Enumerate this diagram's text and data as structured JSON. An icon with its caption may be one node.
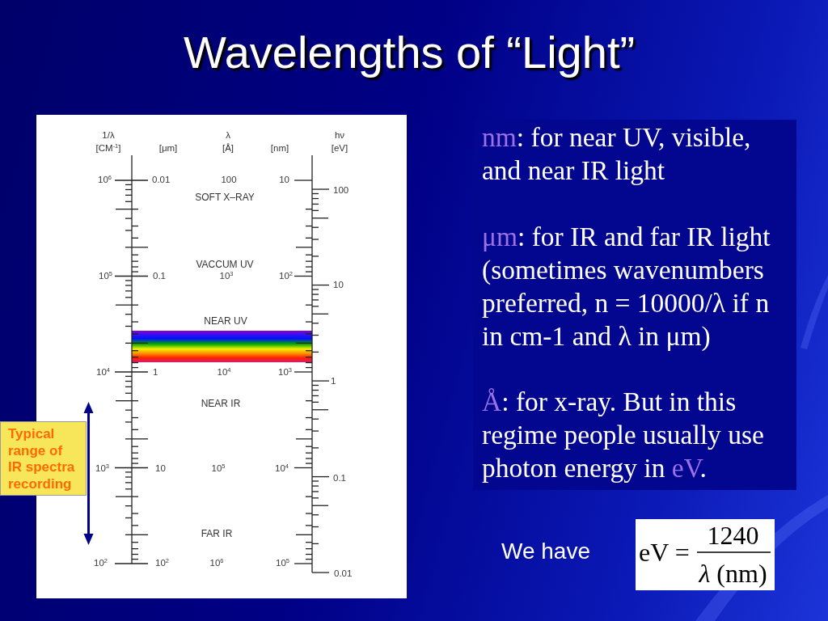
{
  "diagram": {
    "title": "Wavelengths of “Light”",
    "nodes": [
      {
        "text": [
          "Typical range of IR spectra recording"
        ]
      },
      {
        "text": [
          "eV =",
          "1240",
          "*λ* (nm)"
        ]
      }
    ],
    "labels": [
      "1/λ [CM$^{-1}$]",
      "[μm]",
      "λ [Å]",
      "[nm]",
      "hν [eV]",
      "10$^{6}$",
      "0.01",
      "100",
      "10",
      "100",
      "SOFT X–RAY",
      "VACCUM UV",
      "10$^{5}$",
      "0.1",
      "10$^{3}$",
      "10$^{2}$",
      "10",
      "NEAR UV",
      "10$^{4}$",
      "1",
      "10$^{4}$",
      "10$^{3}$",
      "1",
      "NEAR IR",
      "10$^{3}$",
      "10",
      "10$^{5}$",
      "10$^{4}$",
      "0.1",
      "FAR IR",
      "10$^{2}$",
      "10$^{2}$",
      "10$^{6}$",
      "10$^{5}$",
      "0.01",
      "**nm**: for near UV, visible, and near IR light",
      "**μm**: for IR and far IR light (sometimes wavenumbers preferred, n = 10000/λ if n in cm-1 and λ in μm)",
      "**Å**: for x-ray. But in this regime people usually use photon energy in **eV**.",
      "We have"
    ]
  }
}
